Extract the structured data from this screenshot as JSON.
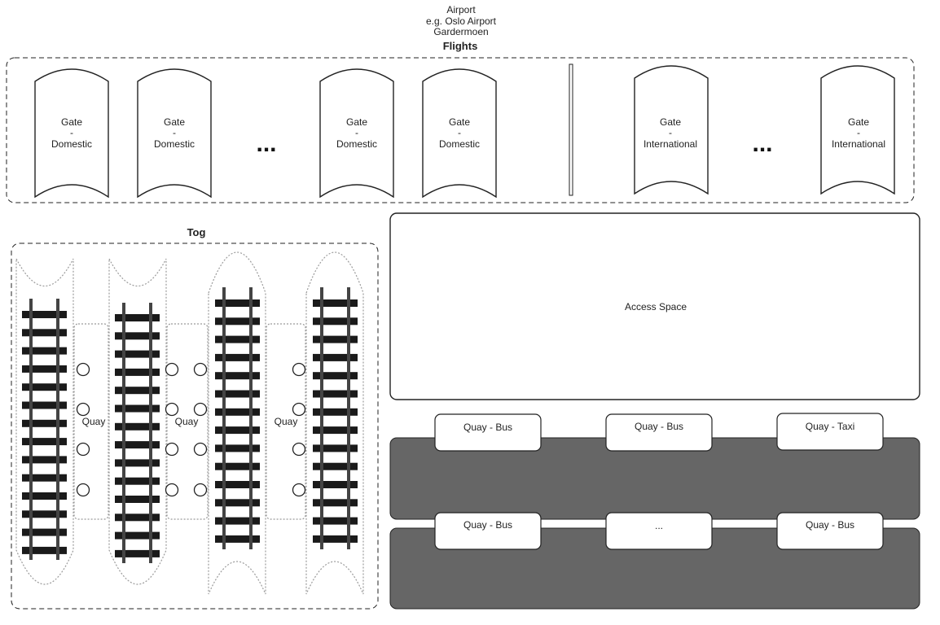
{
  "header": {
    "lines": [
      "Airport",
      "e.g.  Oslo Airport",
      "Gardermoen"
    ],
    "flights_title": "Flights"
  },
  "gates": [
    {
      "line1": "Gate",
      "line2": "-",
      "line3": "Domestic"
    },
    {
      "line1": "Gate",
      "line2": "-",
      "line3": "Domestic"
    },
    {
      "line1": "Gate",
      "line2": "-",
      "line3": "Domestic"
    },
    {
      "line1": "Gate",
      "line2": "-",
      "line3": "Domestic"
    },
    {
      "line1": "Gate",
      "line2": "-",
      "line3": "International"
    },
    {
      "line1": "Gate",
      "line2": "-",
      "line3": "International"
    }
  ],
  "ellipsis": "...",
  "train": {
    "title": "Tog",
    "quays": [
      "Quay",
      "Quay",
      "Quay"
    ]
  },
  "access_space": "Access Space",
  "road_quays": {
    "top": [
      "Quay - Bus",
      "Quay - Bus",
      "Quay - Taxi"
    ],
    "bottom": [
      "Quay - Bus",
      "...",
      "Quay - Bus"
    ]
  },
  "colors": {
    "line": "#222222",
    "road": "#666666",
    "track": "#1a1a1a",
    "dotted": "#9a9a9a"
  }
}
